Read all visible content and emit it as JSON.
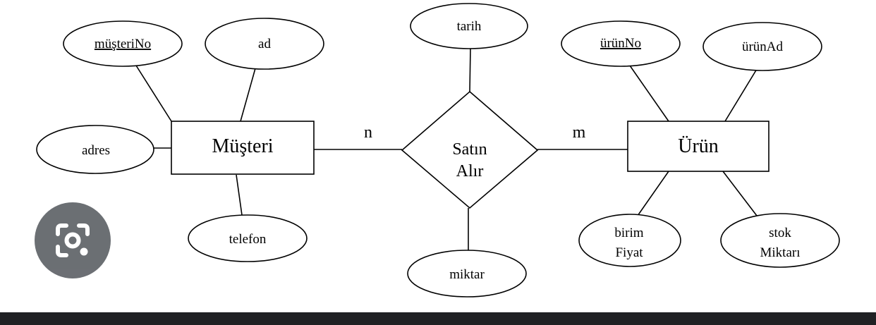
{
  "diagram": {
    "entities": {
      "musteri": "Müşteri",
      "urun": "Ürün"
    },
    "relationship": {
      "line1": "Satın",
      "line2": "Alır"
    },
    "cardinality": {
      "left": "n",
      "right": "m"
    },
    "attributes": {
      "musteriNo": "müşteriNo",
      "ad": "ad",
      "adres": "adres",
      "telefon": "telefon",
      "tarih": "tarih",
      "miktar": "miktar",
      "urunNo": "ürünNo",
      "urunAd": "ürünAd",
      "birimFiyat_line1": "birim",
      "birimFiyat_line2": "Fiyat",
      "stokMiktari_line1": "stok",
      "stokMiktari_line2": "Miktarı"
    }
  },
  "overlay": {
    "lens_icon": "google-lens-icon",
    "bar_color": "#202124",
    "button_color": "#5f6368"
  }
}
